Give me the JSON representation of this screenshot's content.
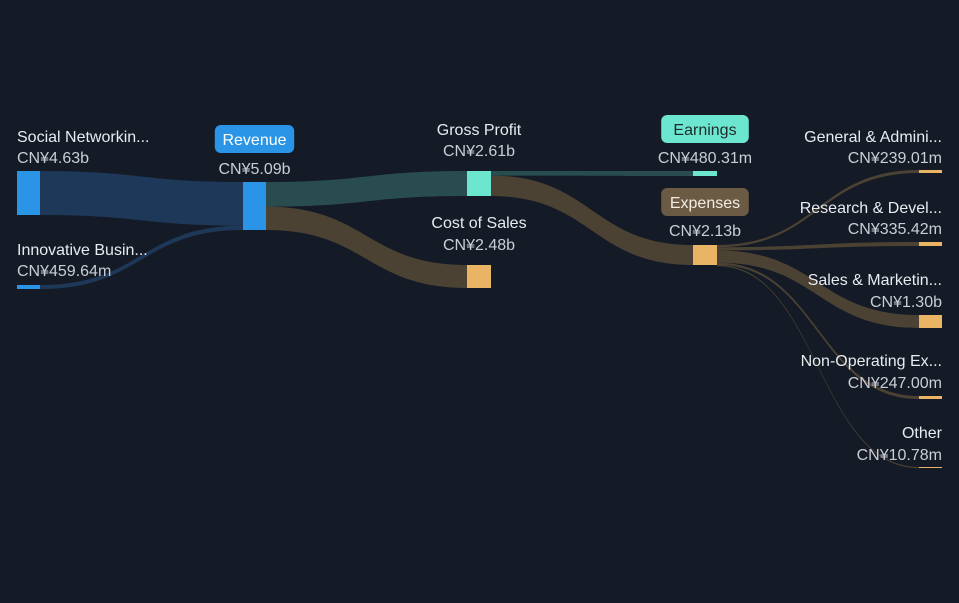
{
  "chart_data": {
    "type": "sankey",
    "currency": "CN¥",
    "nodes": [
      {
        "id": "social",
        "label": "Social Networkin...",
        "value_label": "CN¥4.63b",
        "value": 4.63,
        "color": "#2a95e6"
      },
      {
        "id": "innovative",
        "label": "Innovative Busin...",
        "value_label": "CN¥459.64m",
        "value": 0.45964,
        "color": "#2a95e6"
      },
      {
        "id": "revenue",
        "label": "Revenue",
        "value_label": "CN¥5.09b",
        "value": 5.09,
        "color": "#2a95e6",
        "pill": true
      },
      {
        "id": "gross_profit",
        "label": "Gross Profit",
        "value_label": "CN¥2.61b",
        "value": 2.61,
        "color": "#6de6cf"
      },
      {
        "id": "cost_of_sales",
        "label": "Cost of Sales",
        "value_label": "CN¥2.48b",
        "value": 2.48,
        "color": "#e9b565"
      },
      {
        "id": "earnings",
        "label": "Earnings",
        "value_label": "CN¥480.31m",
        "value": 0.48031,
        "color": "#6de6cf",
        "pill": true
      },
      {
        "id": "expenses",
        "label": "Expenses",
        "value_label": "CN¥2.13b",
        "value": 2.13,
        "color": "#e9b565",
        "pill": true
      },
      {
        "id": "ga",
        "label": "General & Admini...",
        "value_label": "CN¥239.01m",
        "value": 0.23901,
        "color": "#e9b565"
      },
      {
        "id": "rd",
        "label": "Research & Devel...",
        "value_label": "CN¥335.42m",
        "value": 0.33542,
        "color": "#e9b565"
      },
      {
        "id": "sm",
        "label": "Sales & Marketin...",
        "value_label": "CN¥1.30b",
        "value": 1.3,
        "color": "#e9b565"
      },
      {
        "id": "nonop",
        "label": "Non-Operating Ex...",
        "value_label": "CN¥247.00m",
        "value": 0.247,
        "color": "#e9b565"
      },
      {
        "id": "other",
        "label": "Other",
        "value_label": "CN¥10.78m",
        "value": 0.01078,
        "color": "#e9b565"
      }
    ],
    "links": [
      {
        "source": "social",
        "target": "revenue",
        "value": 4.63
      },
      {
        "source": "innovative",
        "target": "revenue",
        "value": 0.45964
      },
      {
        "source": "revenue",
        "target": "gross_profit",
        "value": 2.61
      },
      {
        "source": "revenue",
        "target": "cost_of_sales",
        "value": 2.48
      },
      {
        "source": "gross_profit",
        "target": "earnings",
        "value": 0.48031
      },
      {
        "source": "gross_profit",
        "target": "expenses",
        "value": 2.13
      },
      {
        "source": "expenses",
        "target": "ga",
        "value": 0.23901
      },
      {
        "source": "expenses",
        "target": "rd",
        "value": 0.33542
      },
      {
        "source": "expenses",
        "target": "sm",
        "value": 1.3
      },
      {
        "source": "expenses",
        "target": "nonop",
        "value": 0.247
      },
      {
        "source": "expenses",
        "target": "other",
        "value": 0.01078
      }
    ]
  },
  "colors": {
    "background": "#151b26",
    "revenue_link": "#1d3a5c",
    "profit_link": "#2a5050",
    "cost_link": "#4e4435",
    "expense_pill": "#6b5a44",
    "earnings_pill": "#6de6cf",
    "revenue_pill": "#2a95e6"
  }
}
